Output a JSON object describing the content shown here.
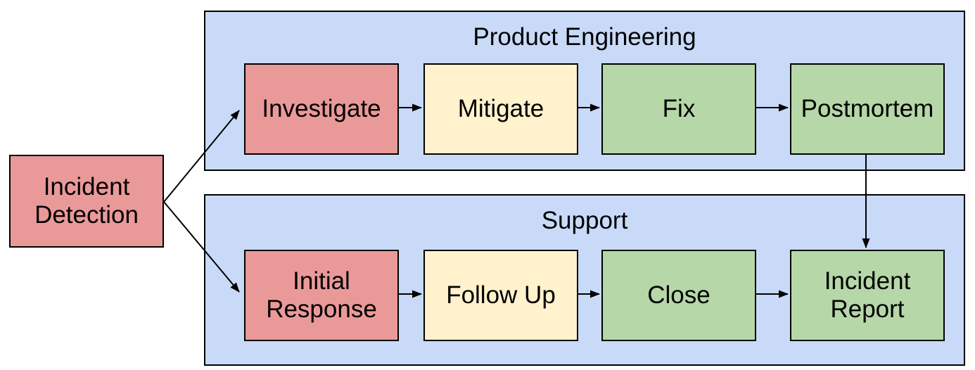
{
  "diagram": {
    "type": "flowchart",
    "background": "#ffffff",
    "start_node": {
      "id": "incident-detection",
      "label": "Incident\nDetection",
      "fill": "#ea9999"
    },
    "lanes": [
      {
        "id": "product-engineering",
        "title": "Product Engineering",
        "fill": "#c9daf8",
        "nodes": [
          {
            "id": "investigate",
            "label": "Investigate",
            "fill": "#ea9999"
          },
          {
            "id": "mitigate",
            "label": "Mitigate",
            "fill": "#fff2cc"
          },
          {
            "id": "fix",
            "label": "Fix",
            "fill": "#b6d7a8"
          },
          {
            "id": "postmortem",
            "label": "Postmortem",
            "fill": "#b6d7a8"
          }
        ]
      },
      {
        "id": "support",
        "title": "Support",
        "fill": "#c9daf8",
        "nodes": [
          {
            "id": "initial-response",
            "label": "Initial\nResponse",
            "fill": "#ea9999"
          },
          {
            "id": "follow-up",
            "label": "Follow Up",
            "fill": "#fff2cc"
          },
          {
            "id": "close",
            "label": "Close",
            "fill": "#b6d7a8"
          },
          {
            "id": "incident-report",
            "label": "Incident\nReport",
            "fill": "#b6d7a8"
          }
        ]
      }
    ],
    "edges": [
      {
        "from": "Incident Detection",
        "to": "Investigate"
      },
      {
        "from": "Incident Detection",
        "to": "Initial Response"
      },
      {
        "from": "Investigate",
        "to": "Mitigate"
      },
      {
        "from": "Mitigate",
        "to": "Fix"
      },
      {
        "from": "Fix",
        "to": "Postmortem"
      },
      {
        "from": "Initial Response",
        "to": "Follow Up"
      },
      {
        "from": "Follow Up",
        "to": "Close"
      },
      {
        "from": "Close",
        "to": "Incident Report"
      },
      {
        "from": "Postmortem",
        "to": "Incident Report"
      }
    ],
    "colors": {
      "node_red": "#ea9999",
      "node_yellow": "#fff2cc",
      "node_green": "#b6d7a8",
      "lane_blue": "#c9daf8",
      "stroke": "#000000",
      "text": "#000000"
    }
  }
}
